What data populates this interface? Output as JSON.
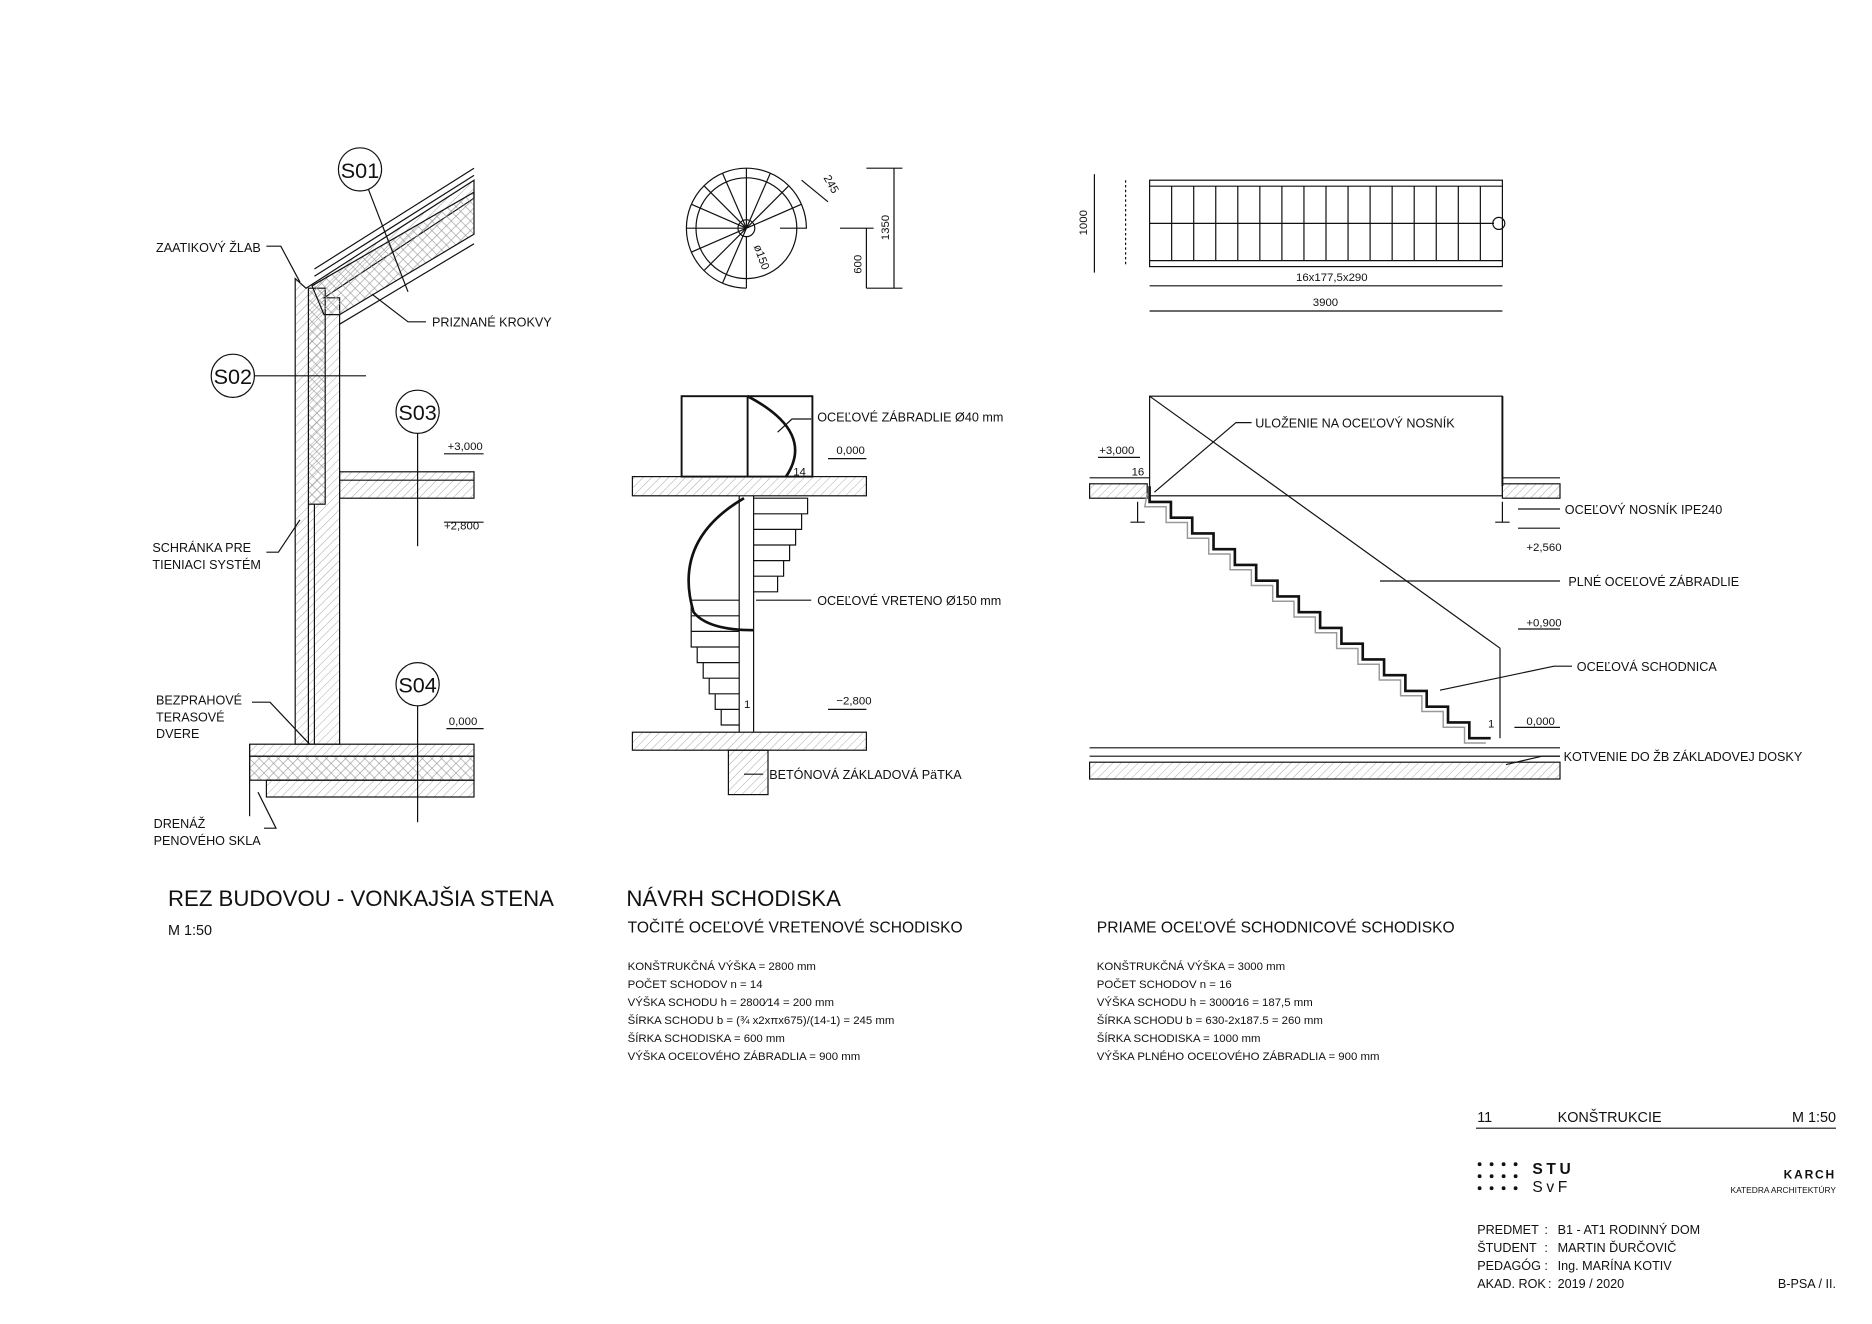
{
  "section_wall": {
    "title": "REZ BUDOVOU - VONKAJŠIA STENA",
    "scale": "M 1:50",
    "markers": [
      "S01",
      "S02",
      "S03",
      "S04"
    ],
    "labels": {
      "gutter": "ZAATIKOVÝ ŽLAB",
      "rafters": "PRIZNANÉ KROKVY",
      "shading_1": "SCHRÁNKA PRE",
      "shading_2": "TIENIACI SYSTÉM",
      "door_1": "BEZPRAHOVÉ",
      "door_2": "TERASOVÉ",
      "door_3": "DVERE",
      "drain_1": "DRENÁŽ",
      "drain_2": "PENOVÉHO SKLA"
    },
    "levels": {
      "top": "+3,000",
      "ceiling": "+2,800",
      "ground": "0,000"
    }
  },
  "spiral_stair": {
    "heading": "NÁVRH SCHODISKA",
    "title": "TOČITÉ OCEĽOVÉ VRETENOVÉ SCHODISKO",
    "plan_dims": {
      "tread": "245",
      "total": "1350",
      "width": "600",
      "core": "ø150"
    },
    "labels": {
      "railing": "OCEĽOVÉ ZÁBRADLIE Ø40 mm",
      "core": "OCEĽOVÉ VRETENO Ø150 mm",
      "footing": "BETÓNOVÁ ZÁKLADOVÁ PäTKA"
    },
    "levels": {
      "top": "0,000",
      "bottom": "−2,800"
    },
    "step_numbers": {
      "first": "1",
      "last": "14"
    },
    "specs": [
      "KONŠTRUKČNÁ VÝŠKA = 2800 mm",
      "POČET SCHODOV n = 14",
      "VÝŠKA SCHODU h = 2800⁄14 = 200 mm",
      "ŠÍRKA SCHODU b = (¾ x2xπx675)/(14-1) = 245 mm",
      "ŠÍRKA SCHODISKA = 600 mm",
      "VÝŠKA OCEĽOVÉHO ZÁBRADLIA = 900 mm"
    ]
  },
  "straight_stair": {
    "title": "PRIAME OCEĽOVÉ SCHODNICOVÉ SCHODISKO",
    "plan_dims": {
      "width": "1000",
      "steps": "16x177,5x290",
      "length": "3900"
    },
    "labels": {
      "bearing": "ULOŽENIE NA OCEĽOVÝ NOSNÍK",
      "beam": "OCEĽOVÝ NOSNÍK IPE240",
      "railing": "PLNÉ OCEĽOVÉ ZÁBRADLIE",
      "stringer": "OCEĽOVÁ  SCHODNICA",
      "anchor": "KOTVENIE DO ŽB ZÁKLADOVEJ DOSKY"
    },
    "levels": {
      "top": "+3,000",
      "beam": "+2,560",
      "rail": "+0,900",
      "ground": "0,000"
    },
    "step_numbers": {
      "first": "1",
      "last": "16"
    },
    "specs": [
      "KONŠTRUKČNÁ VÝŠKA = 3000 mm",
      "POČET SCHODOV n = 16",
      "VÝŠKA SCHODU h = 3000⁄16 = 187,5 mm",
      "ŠÍRKA SCHODU b = 630-2x187.5 = 260 mm",
      "ŠÍRKA SCHODISKA = 1000 mm",
      "VÝŠKA PLNÉHO OCEĽOVÉHO ZÁBRADLIA = 900 mm"
    ]
  },
  "title_block": {
    "sheet_no": "11",
    "sheet_title": "KONŠTRUKCIE",
    "scale": "M 1:50",
    "logo_text_1": "STU",
    "logo_text_2": "SvF",
    "dept_short": "KARCH",
    "dept_full": "KATEDRA ARCHITEKTÚRY",
    "rows": [
      {
        "key": "PREDMET",
        "value": "B1 - AT1 RODINNÝ DOM"
      },
      {
        "key": "ŠTUDENT",
        "value": "MARTIN ĎURČOVIČ"
      },
      {
        "key": "PEDAGÓG",
        "value": "Ing. MARÍNA KOTIV"
      },
      {
        "key": "AKAD. ROK",
        "value": "2019 / 2020"
      }
    ],
    "code": "B-PSA / II."
  }
}
